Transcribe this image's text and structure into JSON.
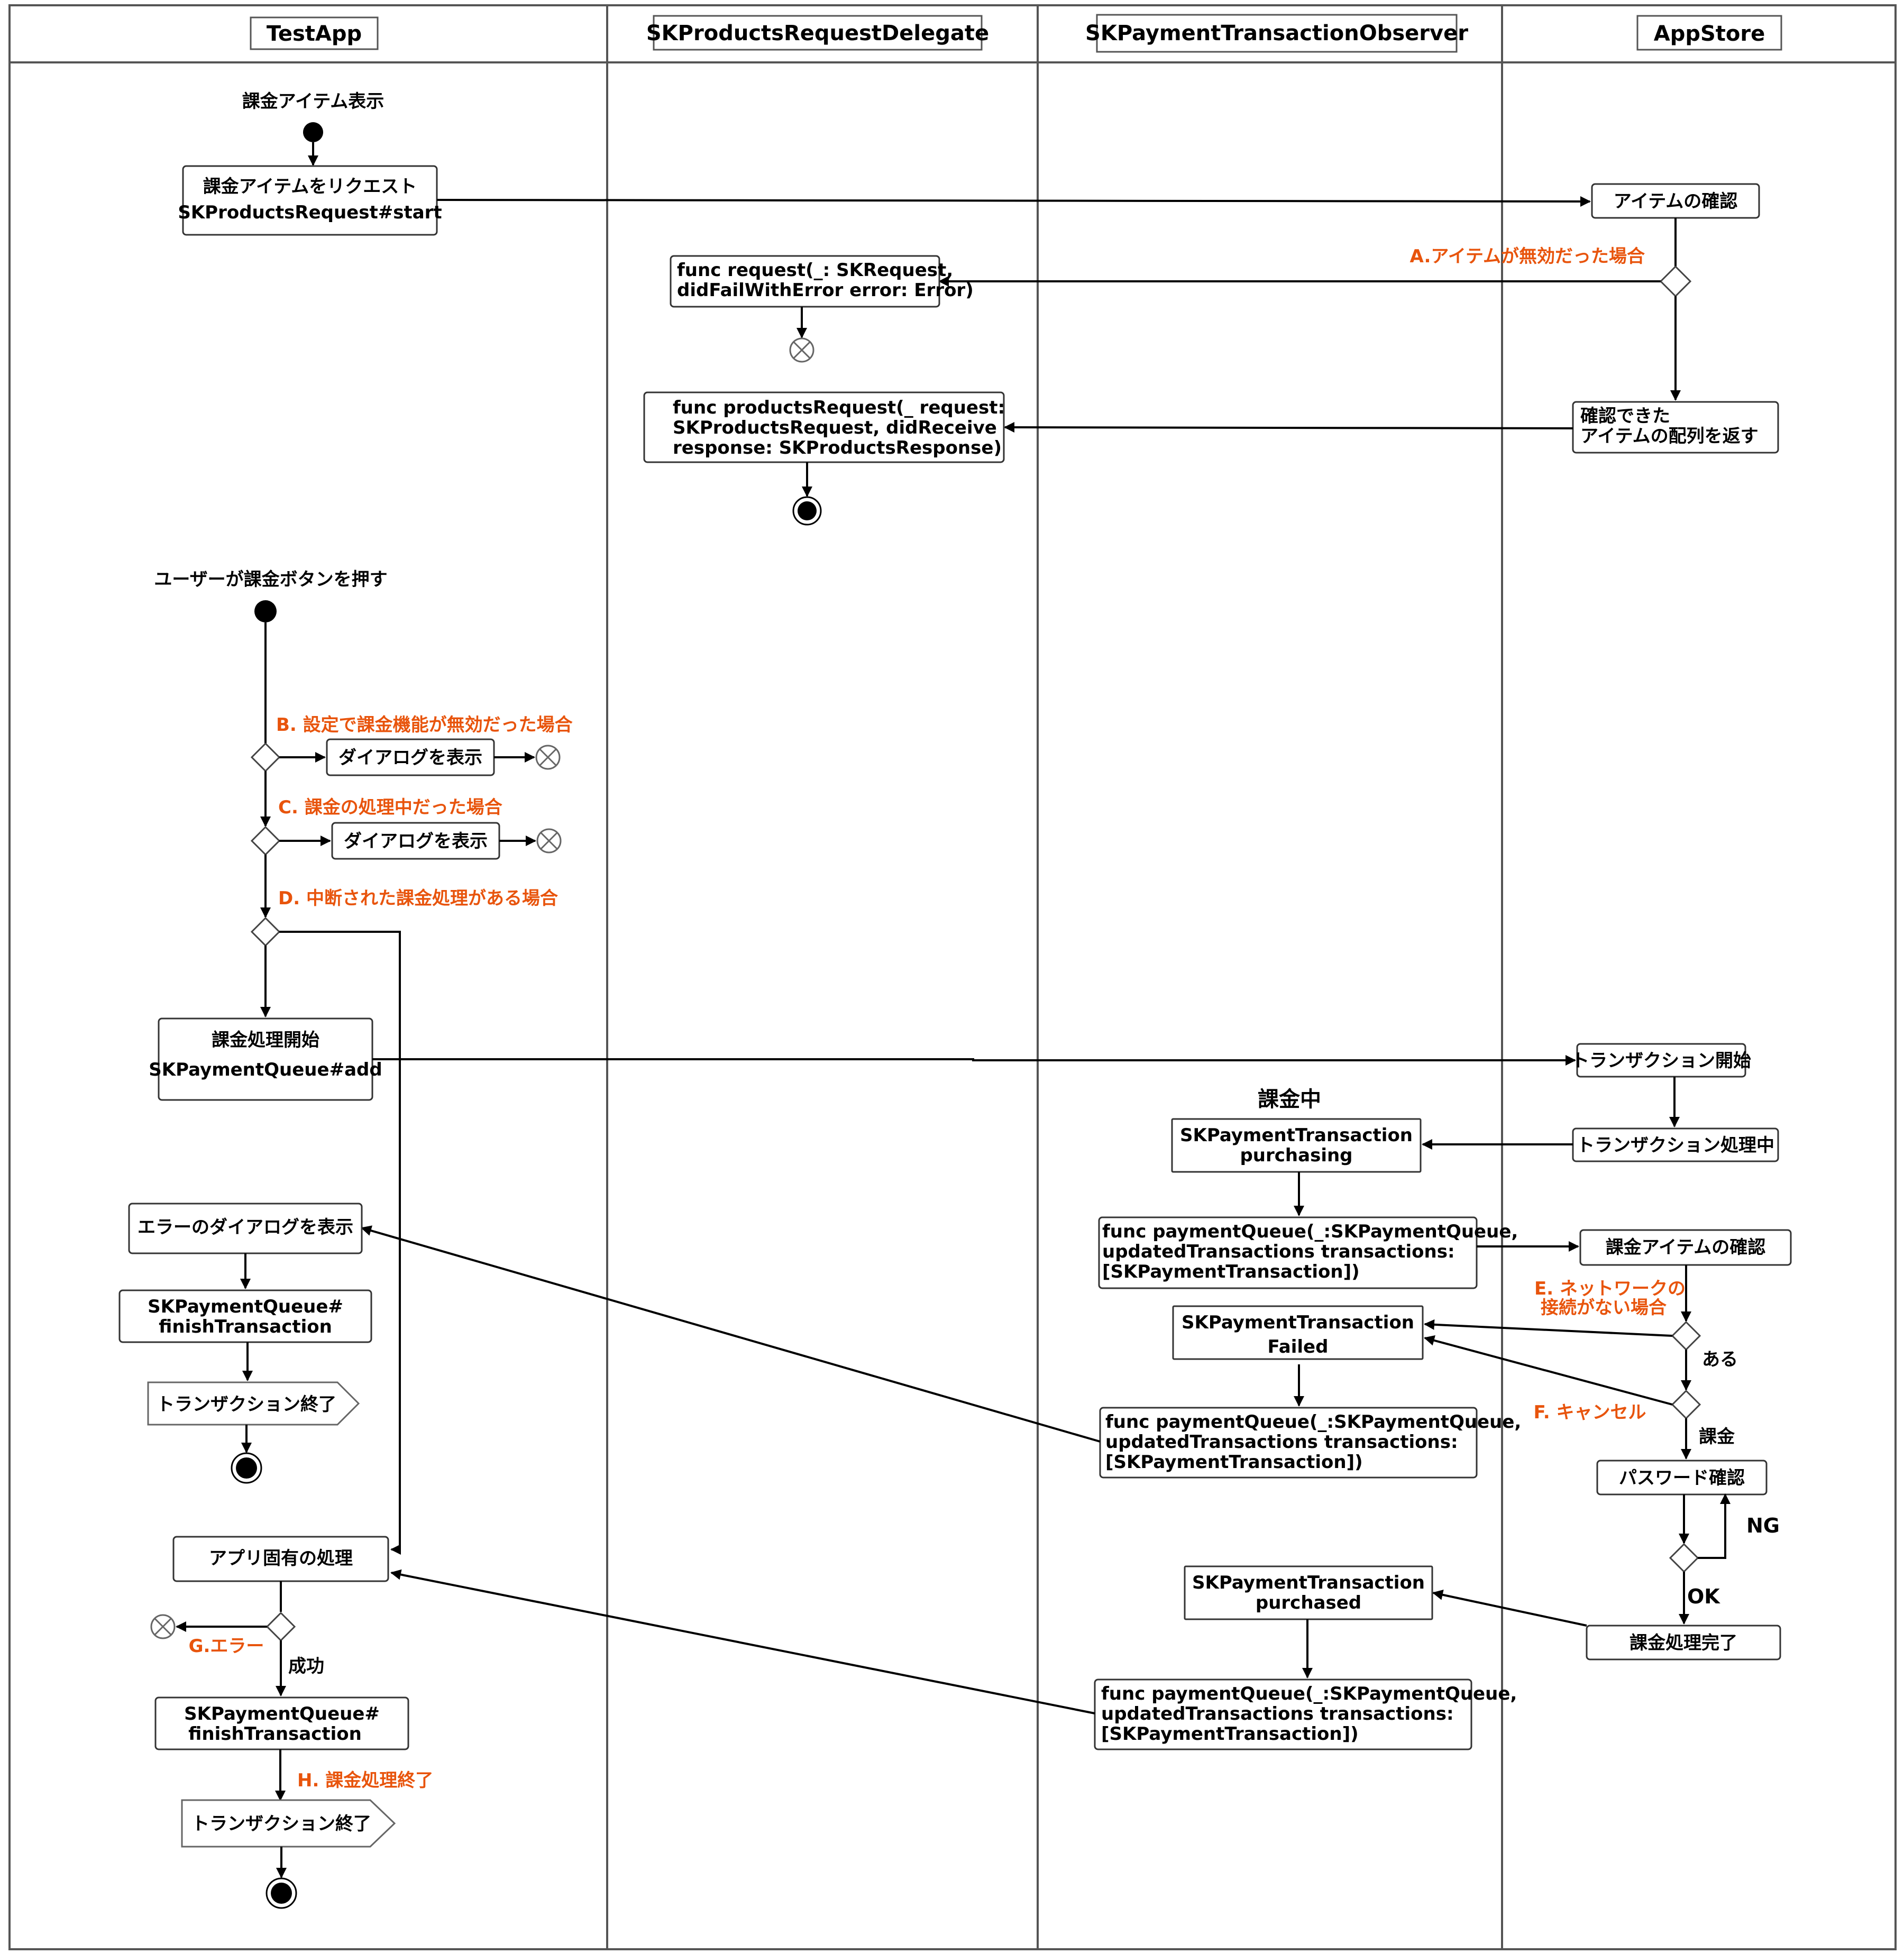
{
  "lanes": {
    "testapp": "TestApp",
    "delegate": "SKProductsRequestDelegate",
    "observer": "SKPaymentTransactionObserver",
    "appstore": "AppStore"
  },
  "nodes": {
    "start1_label": "課金アイテム表示",
    "request_items_1": "課金アイテムをリクエスト",
    "request_items_2": "SKProductsRequest#start",
    "item_check": "アイテムの確認",
    "cond_a": "A.アイテムが無効だった場合",
    "fail_1": "func request(_: SKRequest,",
    "fail_2": "didFailWithError error: Error)",
    "pr_1": "func productsRequest(_ request:",
    "pr_2": "SKProductsRequest, didReceive",
    "pr_3": "response: SKProductsResponse)",
    "confirmed_1": "確認できた",
    "confirmed_2": "アイテムの配列を返す",
    "start2_label": "ユーザーが課金ボタンを押す",
    "cond_b": "B. 設定で課金機能が無効だった場合",
    "dialog_1": "ダイアログを表示",
    "cond_c": "C. 課金の処理中だった場合",
    "dialog_2": "ダイアログを表示",
    "cond_d": "D. 中断された課金処理がある場合",
    "pay_start_1": "課金処理開始",
    "pay_start_2": "SKPaymentQueue#add",
    "tx_start": "トランザクション開始",
    "charging": "課金中",
    "purchasing_1": "SKPaymentTransaction",
    "purchasing_2": "purchasing",
    "tx_processing": "トランザクション処理中",
    "pq1_1": "func paymentQueue(_:SKPaymentQueue,",
    "pq1_2": "updatedTransactions transactions:",
    "pq1_3": "[SKPaymentTransaction])",
    "item_check2": "課金アイテムの確認",
    "cond_e_1": "E. ネットワークの",
    "cond_e_2": "接続がない場合",
    "failed_1": "SKPaymentTransaction",
    "failed_2": "Failed",
    "aru": "ある",
    "cond_f": "F. キャンセル",
    "kakin": "課金",
    "pq2_1": "func paymentQueue(_:SKPaymentQueue,",
    "pq2_2": "updatedTransactions transactions:",
    "pq2_3": "[SKPaymentTransaction])",
    "error_dialog": "エラーのダイアログを表示",
    "finish1_1": "SKPaymentQueue#",
    "finish1_2": "finishTransaction",
    "tx_end_1": "トランザクション終了",
    "password": "パスワード確認",
    "ng": "NG",
    "ok": "OK",
    "purchased_1": "SKPaymentTransaction",
    "purchased_2": "purchased",
    "app_specific": "アプリ固有の処理",
    "pay_done": "課金処理完了",
    "cond_g": "G.エラー",
    "success": "成功",
    "pq3_1": "func paymentQueue(_:SKPaymentQueue,",
    "pq3_2": "updatedTransactions transactions:",
    "pq3_3": "[SKPaymentTransaction])",
    "finish2_1": "SKPaymentQueue#",
    "finish2_2": "finishTransaction",
    "cond_h": "H. 課金処理終了",
    "tx_end_2": "トランザクション終了"
  },
  "colors": {
    "condition_text": "#e8540c",
    "line": "#000000",
    "box_border": "#333333"
  }
}
